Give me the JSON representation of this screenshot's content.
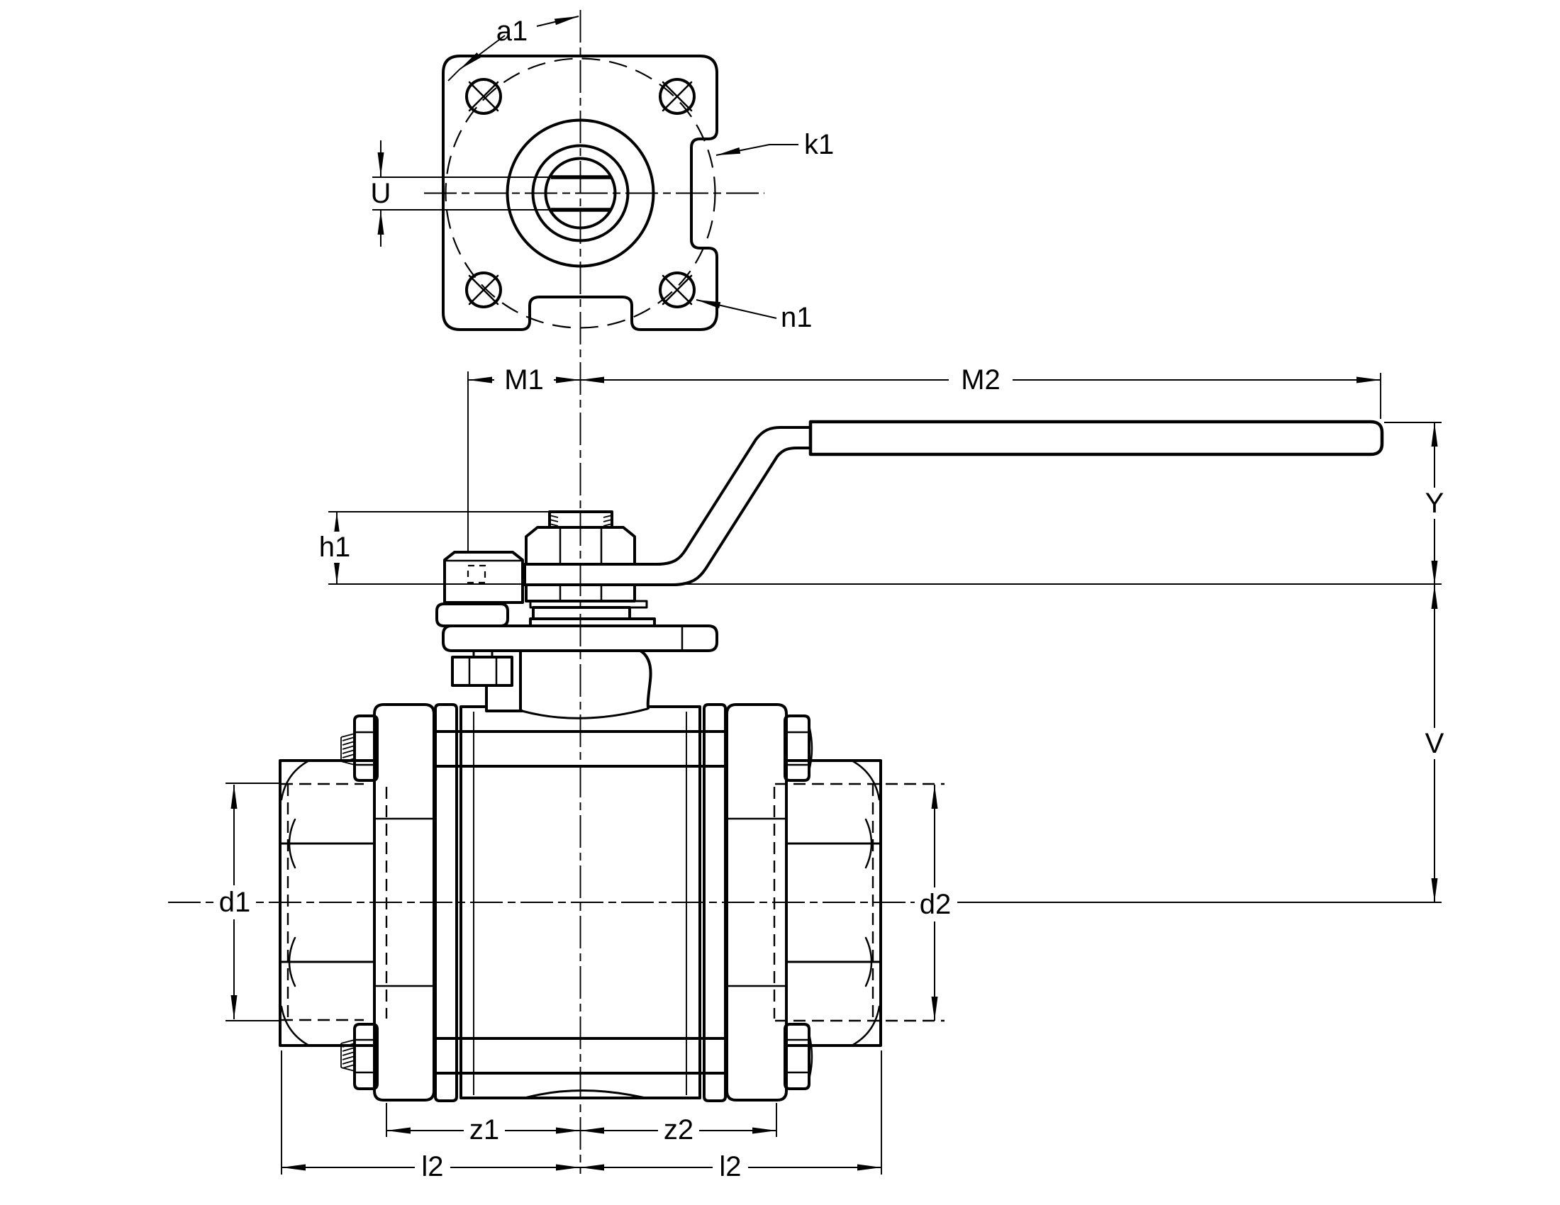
{
  "drawing": {
    "background_color": "#ffffff",
    "line_color": "#000000",
    "views": {
      "top_view": {
        "labels": {
          "a1": "a1",
          "k1": "k1",
          "n1": "n1",
          "U": "U"
        }
      },
      "front_view": {
        "labels": {
          "M1": "M1",
          "M2": "M2",
          "h1": "h1",
          "Y": "Y",
          "V": "V",
          "d1": "d1",
          "d2": "d2",
          "z1": "z1",
          "z2": "z2",
          "l2_left": "l2",
          "l2_right": "l2"
        }
      }
    }
  }
}
